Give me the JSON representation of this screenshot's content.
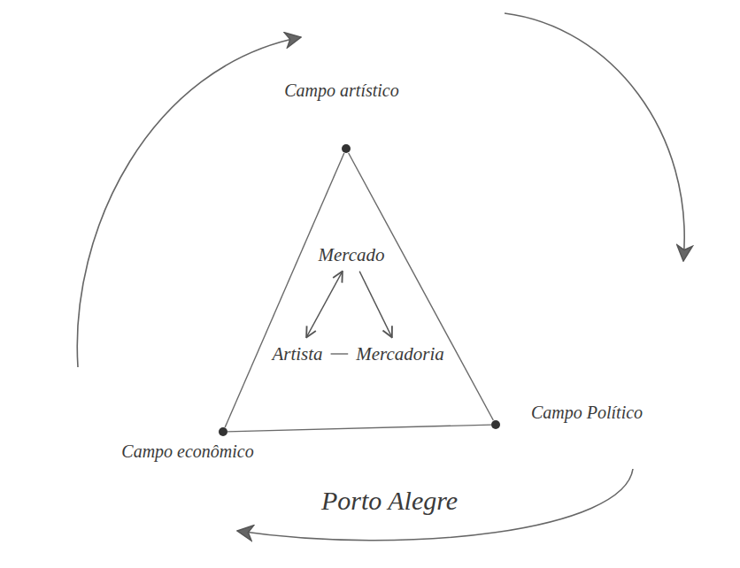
{
  "diagram": {
    "nodes": [
      {
        "text": [
          "Campo artístico"
        ]
      },
      {
        "text": [
          "Mercado"
        ]
      },
      {
        "text": [
          "Artista"
        ]
      },
      {
        "text": [
          "Mercadoria"
        ]
      },
      {
        "text": [
          "Campo econômico"
        ]
      },
      {
        "text": [
          "Campo Político"
        ]
      }
    ],
    "edges": [
      {
        "from": 0,
        "to": 4,
        "arrow": "none"
      },
      {
        "from": 0,
        "to": 5,
        "arrow": "none"
      },
      {
        "from": 4,
        "to": 5,
        "arrow": "none"
      },
      {
        "from": 1,
        "to": 2,
        "arrow": "both"
      },
      {
        "from": 1,
        "to": 3,
        "arrow": "to"
      },
      {
        "from": 2,
        "to": 3,
        "arrow": "none"
      }
    ],
    "labels": [
      "Porto Alegre"
    ]
  }
}
